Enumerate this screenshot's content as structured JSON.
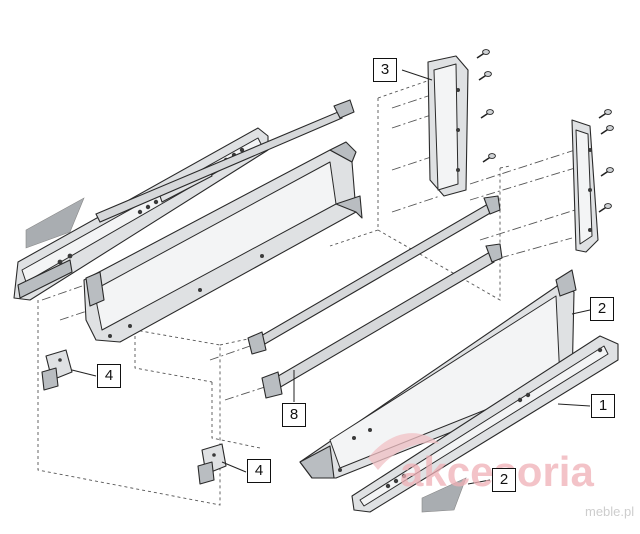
{
  "callouts": [
    {
      "id": "c1",
      "label": "1"
    },
    {
      "id": "c2a",
      "label": "2"
    },
    {
      "id": "c2b",
      "label": "2"
    },
    {
      "id": "c3",
      "label": "3"
    },
    {
      "id": "c4a",
      "label": "4"
    },
    {
      "id": "c4b",
      "label": "4"
    },
    {
      "id": "c8",
      "label": "8"
    }
  ],
  "watermark": {
    "brand": "akcesoria",
    "sub": "meble.pl",
    "color": "#e88a94"
  },
  "colors": {
    "line": "#2a2a2a",
    "part_fill": "#dfe1e3",
    "insert_fill": "#b9bdc1"
  }
}
